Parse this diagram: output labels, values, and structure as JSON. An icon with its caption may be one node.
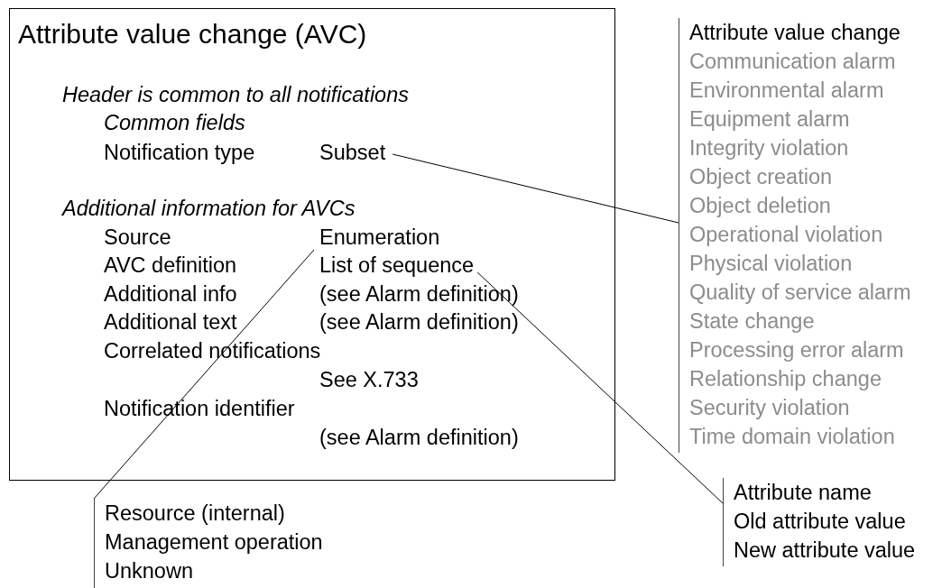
{
  "diagram": {
    "nodes": [
      {
        "text": [
          "Attribute value change (AVC)"
        ]
      },
      {
        "text": [
          "Subset"
        ],
        "in": 0
      },
      {
        "text": [
          "Enumeration"
        ],
        "in": 0
      },
      {
        "text": [
          "List of sequence"
        ],
        "in": 0
      },
      {
        "text": [
          "Attribute value change",
          "Communication alarm",
          "Environmental alarm",
          "Equipment alarm",
          "Integrity violation",
          "Object creation",
          "Object deletion",
          "Operational violation",
          "Physical violation",
          "Quality of service alarm",
          "State change",
          "Processing error alarm",
          "Relationship change",
          "Security violation",
          "Time domain violation"
        ]
      },
      {
        "text": [
          "Resource (internal)",
          "Management operation",
          "Unknown"
        ]
      },
      {
        "text": [
          "Attribute name",
          "Old attribute value",
          "New attribute value"
        ]
      }
    ],
    "edges": [
      {
        "from": 1,
        "to": 4,
        "arrow": "none"
      },
      {
        "from": 2,
        "to": 5,
        "arrow": "none"
      },
      {
        "from": 3,
        "to": 6,
        "arrow": "none"
      }
    ],
    "labels": [
      "Header is common to all notifications",
      "Common fields",
      "Notification type",
      "Additional information for AVCs",
      "Source",
      "AVC definition",
      "Additional info",
      "(see Alarm definition)",
      "Additional text",
      "(see Alarm definition)",
      "Correlated notifications",
      "See X.733",
      "Notification identifier",
      "(see Alarm definition)"
    ]
  }
}
